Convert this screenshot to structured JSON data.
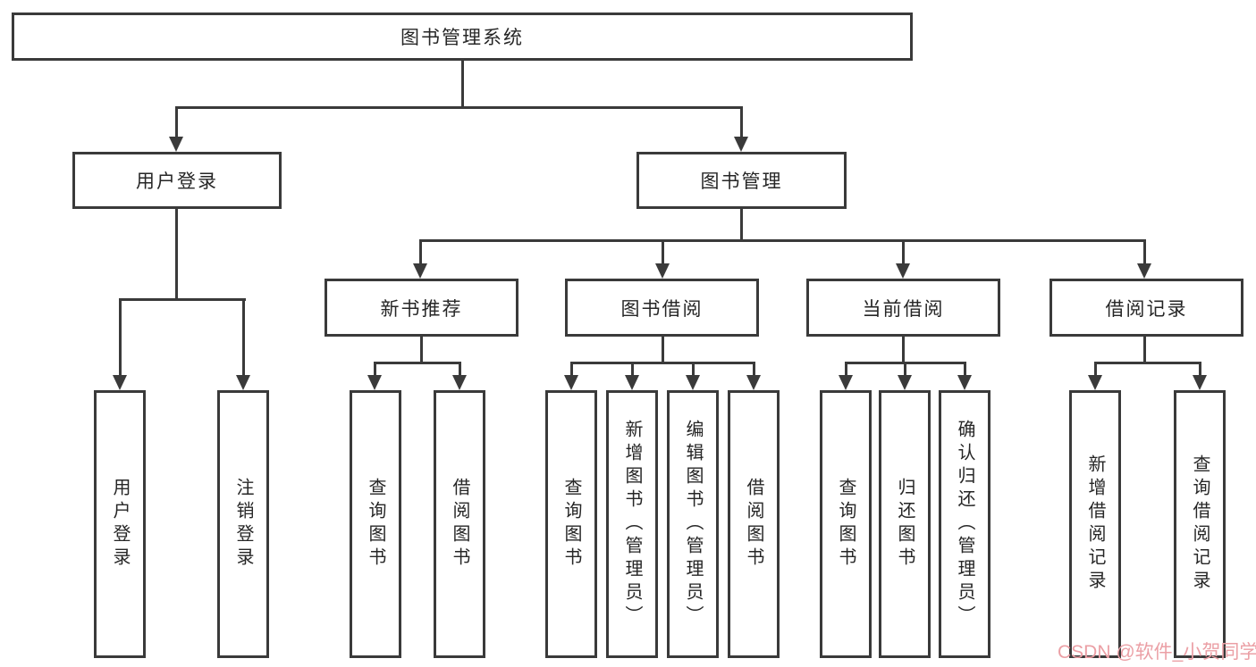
{
  "diagram": {
    "title": "图书管理系统",
    "branches": [
      {
        "label": "用户登录",
        "children": [
          {
            "label": "用户登录"
          },
          {
            "label": "注销登录"
          }
        ]
      },
      {
        "label": "图书管理",
        "children": [
          {
            "label": "新书推荐",
            "children": [
              {
                "label": "查询图书"
              },
              {
                "label": "借阅图书"
              }
            ]
          },
          {
            "label": "图书借阅",
            "children": [
              {
                "label": "查询图书"
              },
              {
                "label": "新增图书（管理员）"
              },
              {
                "label": "编辑图书（管理员）"
              },
              {
                "label": "借阅图书"
              }
            ]
          },
          {
            "label": "当前借阅",
            "children": [
              {
                "label": "查询图书"
              },
              {
                "label": "归还图书"
              },
              {
                "label": "确认归还（管理员）"
              }
            ]
          },
          {
            "label": "借阅记录",
            "children": [
              {
                "label": "新增借阅记录"
              },
              {
                "label": "查询借阅记录"
              }
            ]
          }
        ]
      }
    ],
    "watermark": "CSDN @软件_小贺同学",
    "colors": {
      "line": "#3a3a3a",
      "box_border": "#3a3a3a",
      "text": "#262626",
      "watermark": "#eb9fa5",
      "background": "#ffffff"
    }
  }
}
